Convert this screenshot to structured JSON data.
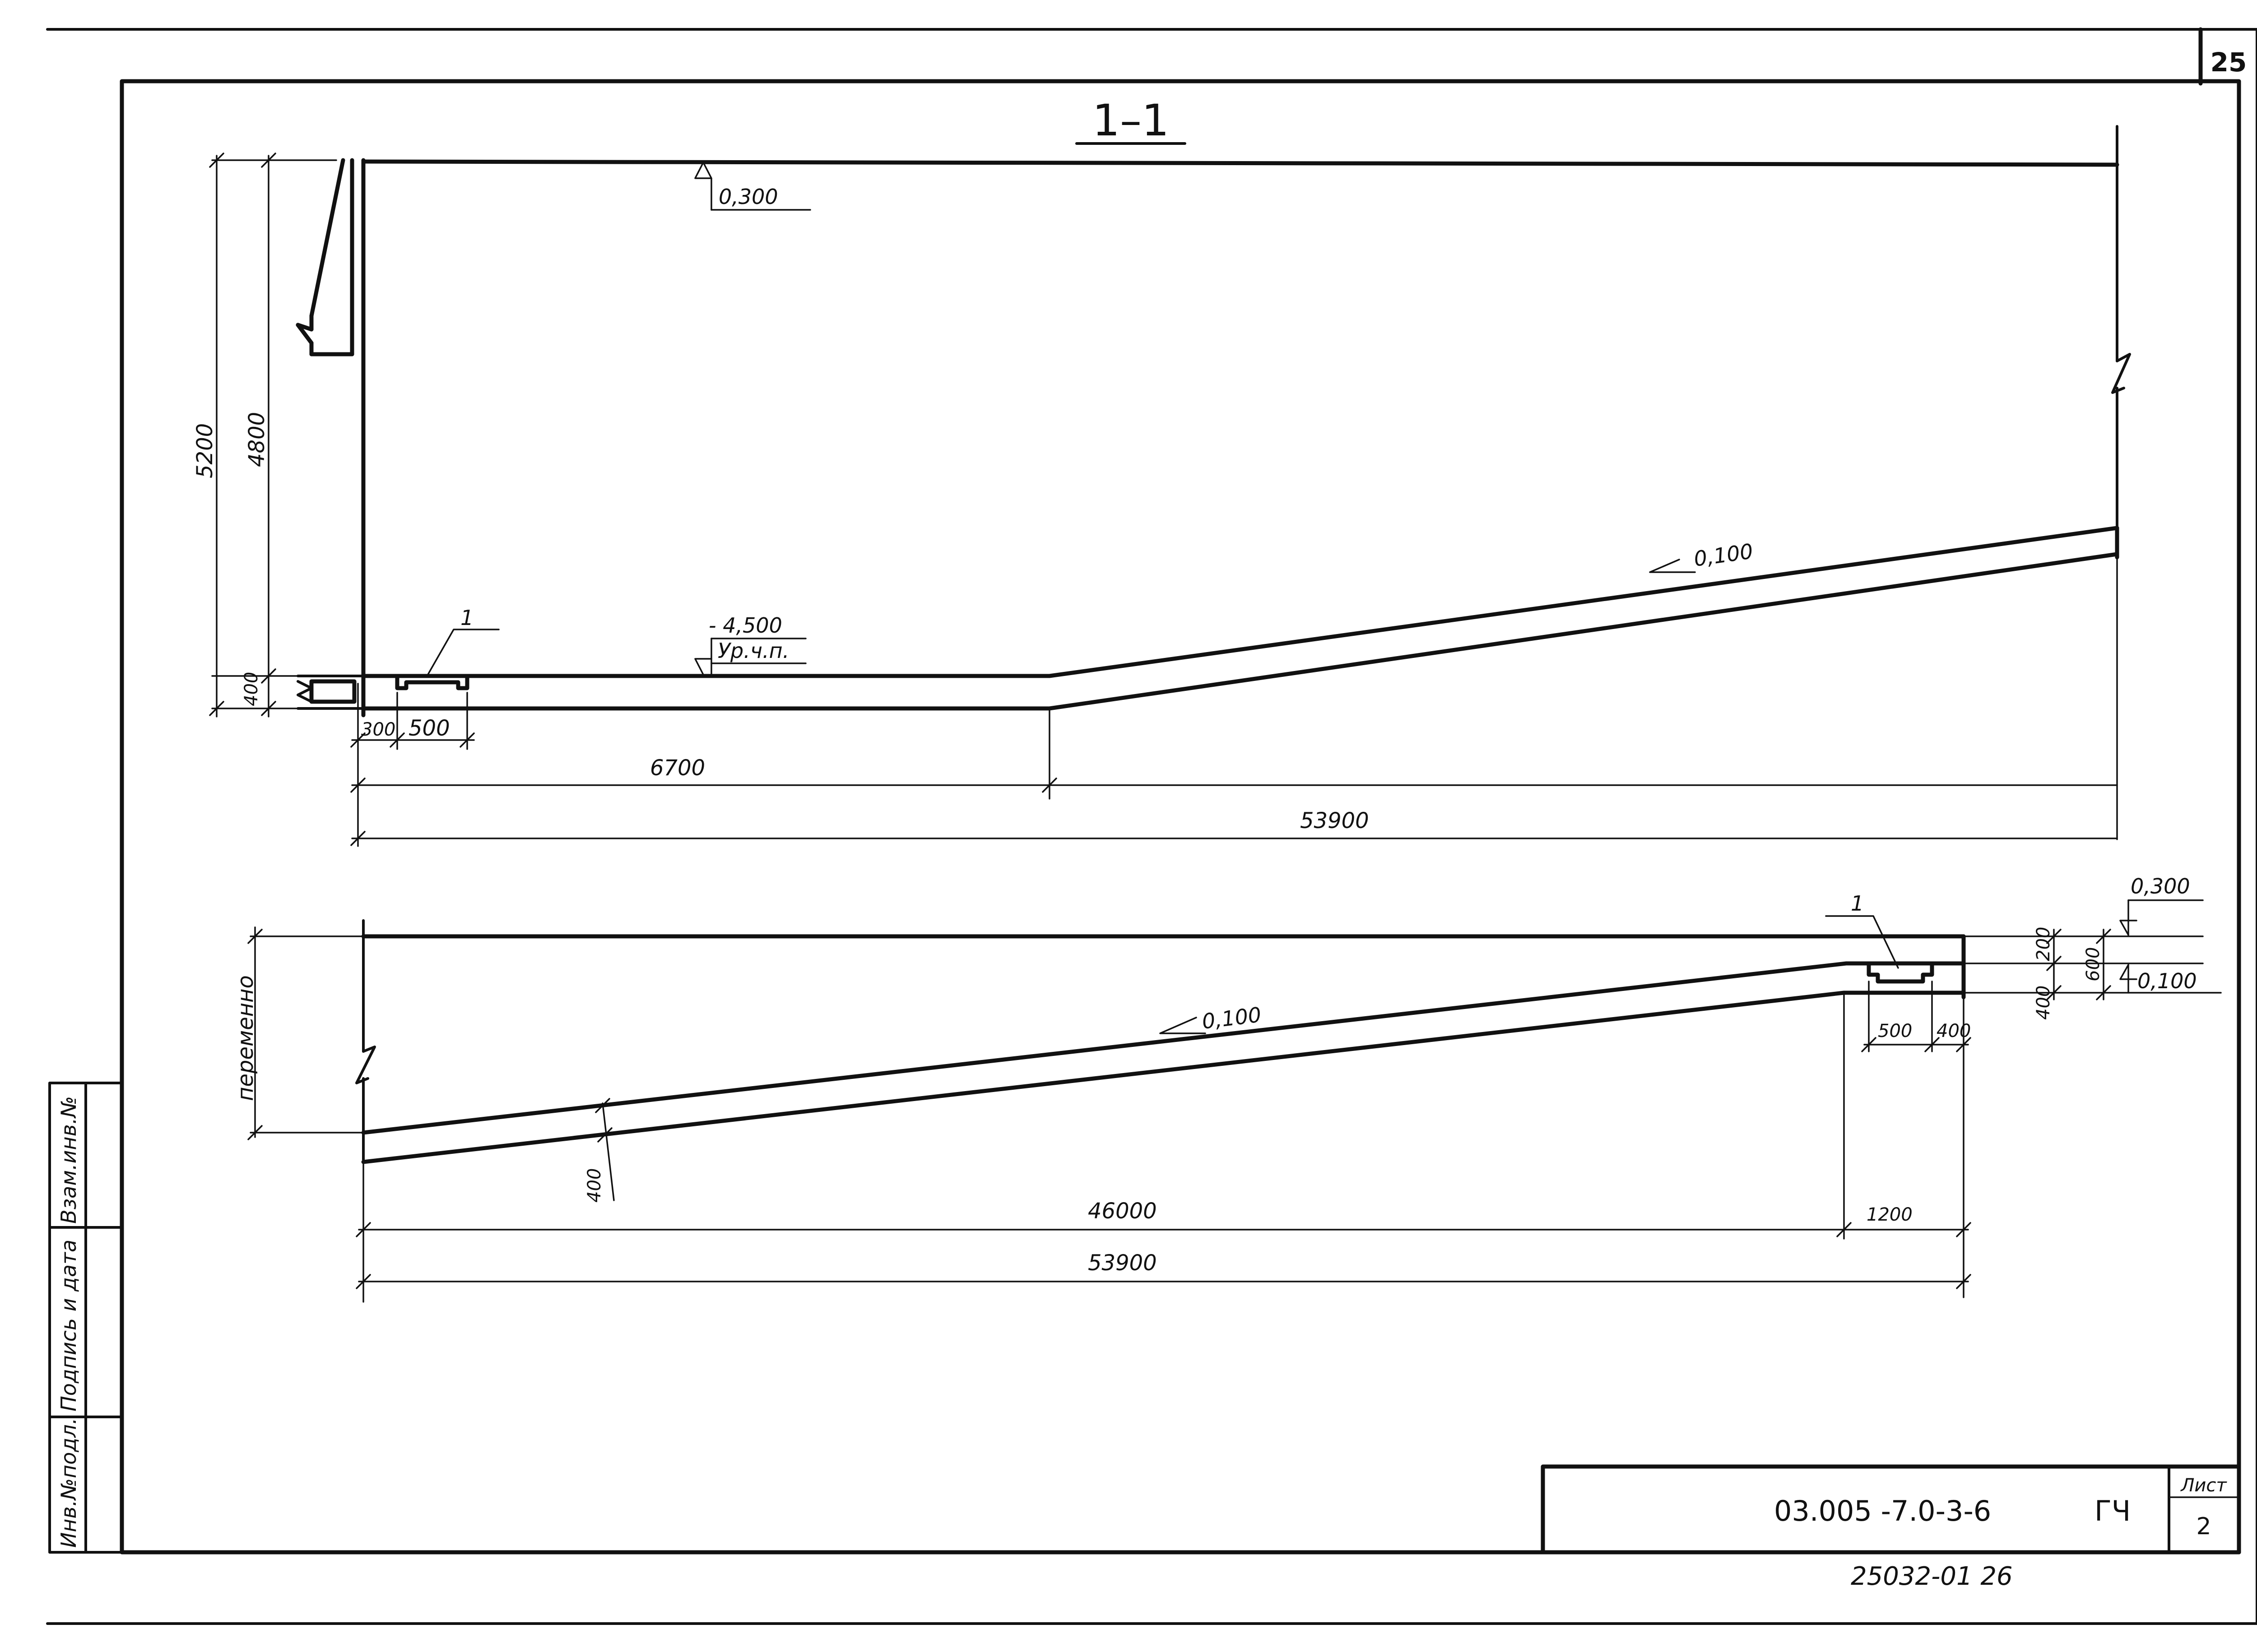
{
  "sheet": {
    "page_number": "25",
    "section_title": "1–1",
    "code": "03.005 -7.0-3-6",
    "mark": "ГЧ",
    "sheet_label": "Лист",
    "sheet_number": "2",
    "archive_number": "25032-01   26"
  },
  "side_stamp": {
    "cell1": "Инв.№подл.",
    "cell2": "Подпись и дата",
    "cell3": "Взам.инв.№"
  },
  "top_view": {
    "level_top": "0,300",
    "level_floor": "- 4,500",
    "level_floor_label": "Ур.ч.п.",
    "slope": "0,100",
    "callout": "1",
    "dims": {
      "height_total": "5200",
      "height_wall": "4800",
      "height_slab": "400",
      "w300": "300",
      "w500": "500",
      "len6700": "6700",
      "len53900": "53900"
    }
  },
  "bottom_view": {
    "variable_label": "переменно",
    "slope": "0,100",
    "thickness": "400",
    "callout": "1",
    "level_top": "0,300",
    "level_bottom": "0,100",
    "dims": {
      "d200": "200",
      "d400": "400",
      "d600": "600",
      "w500": "500",
      "w400": "400",
      "len46000": "46000",
      "len1200": "1200",
      "len53900": "53900"
    }
  }
}
